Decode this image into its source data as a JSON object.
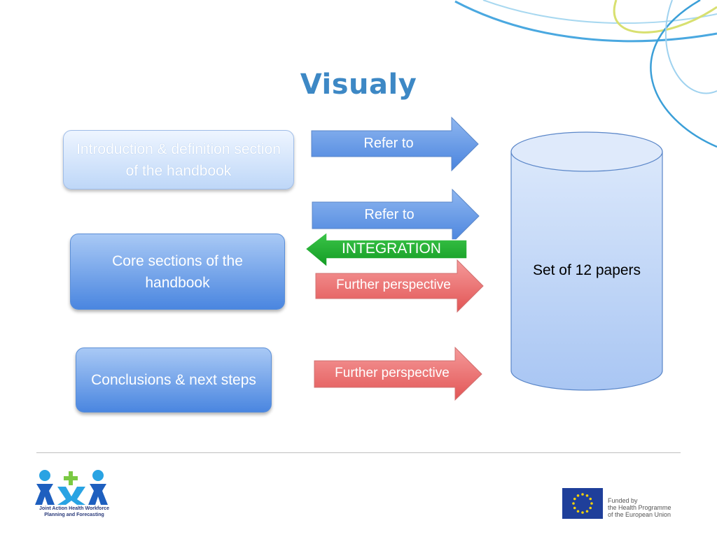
{
  "title": "Visualy",
  "boxes": {
    "intro": "Introduction & definition section of the handbook",
    "core": "Core sections of the handbook",
    "conclusions": "Conclusions & next steps"
  },
  "arrows": {
    "refer_to_1": "Refer to",
    "refer_to_2": "Refer to",
    "integration": "INTEGRATION",
    "further_1": "Further perspective",
    "further_2": "Further perspective"
  },
  "cylinder": {
    "label": "Set of 12 papers"
  },
  "footer": {
    "left_logo_text": "Joint Action Health Workforce Planning and Forecasting",
    "eu_text_line1": "Funded by",
    "eu_text_line2": "the Health Programme",
    "eu_text_line3": "of the European Union"
  },
  "colors": {
    "title": "#3d88c5",
    "blue_arrow": "#5b93e6",
    "green_arrow": "#1aa82a",
    "red_arrow": "#ee6a6a",
    "cylinder": "#b8d0f5"
  },
  "icons": {
    "left_logo": "joint-action-figures-logo",
    "eu_flag": "eu-flag-icon"
  }
}
